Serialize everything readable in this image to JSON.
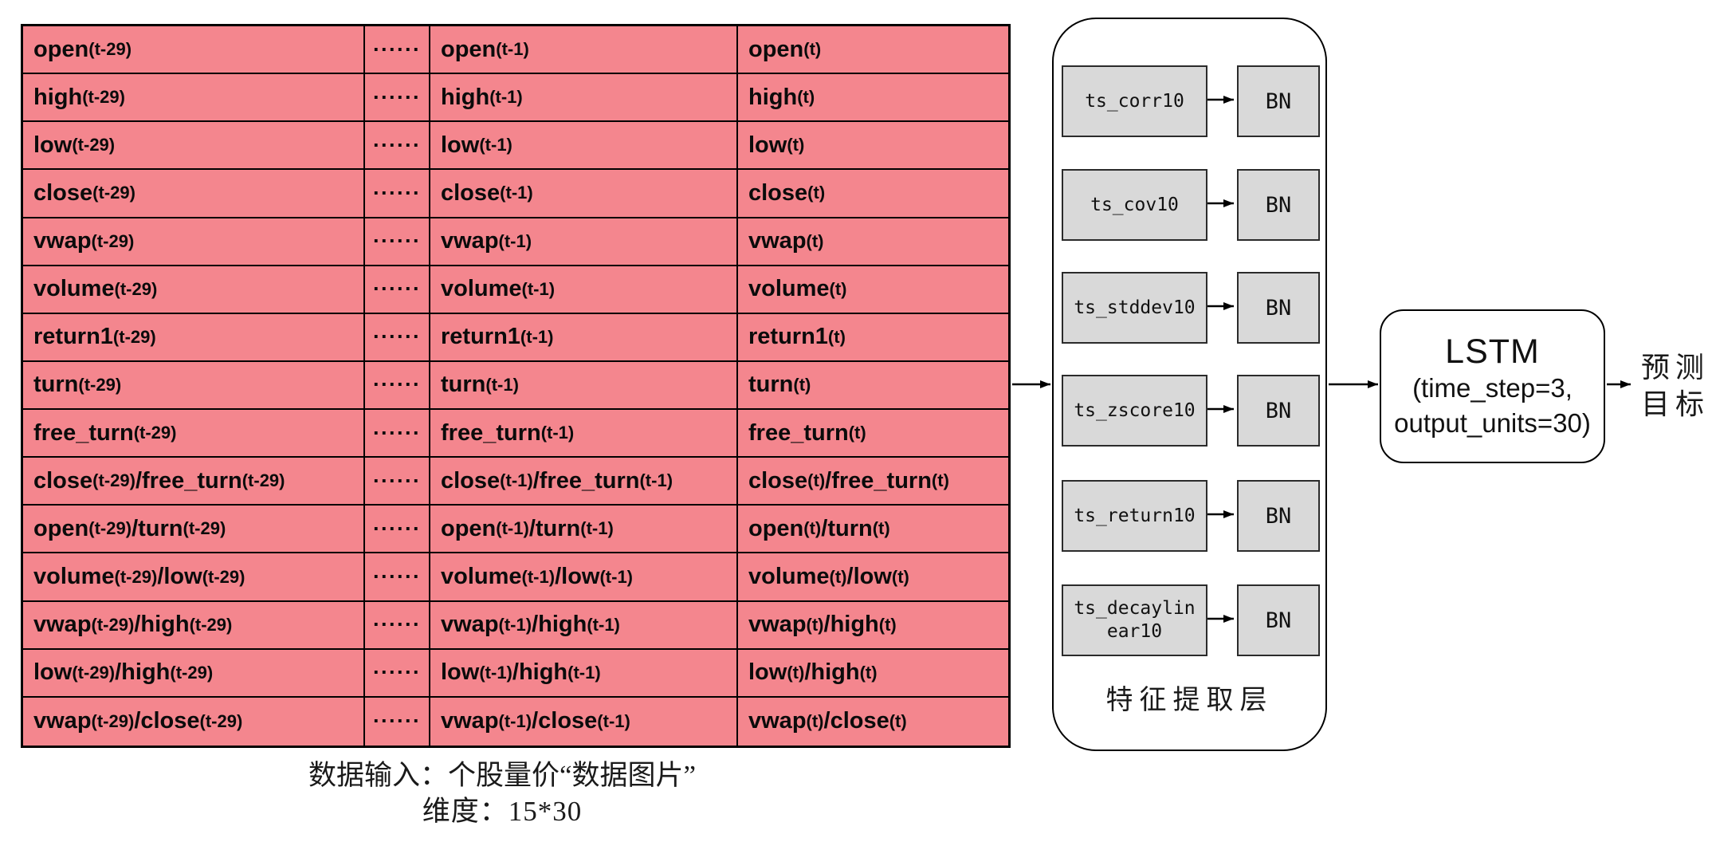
{
  "colors": {
    "table_fill": "#F4868E",
    "box_fill": "#D9D9D9",
    "line": "#000000",
    "background": "#FFFFFF"
  },
  "input_table": {
    "dots": "······",
    "rows": [
      {
        "t29": "open(t-29)",
        "t1": "open(t-1)",
        "t": "open(t)"
      },
      {
        "t29": "high(t-29)",
        "t1": "high(t-1)",
        "t": "high(t)"
      },
      {
        "t29": "low(t-29)",
        "t1": "low(t-1)",
        "t": "low(t)"
      },
      {
        "t29": "close(t-29)",
        "t1": "close(t-1)",
        "t": "close(t)"
      },
      {
        "t29": "vwap(t-29)",
        "t1": "vwap(t-1)",
        "t": "vwap(t)"
      },
      {
        "t29": "volume(t-29)",
        "t1": "volume(t-1)",
        "t": "volume(t)"
      },
      {
        "t29": "return1(t-29)",
        "t1": "return1(t-1)",
        "t": "return1(t)"
      },
      {
        "t29": "turn(t-29)",
        "t1": "turn(t-1)",
        "t": "turn(t)"
      },
      {
        "t29": "free_turn(t-29)",
        "t1": "free_turn(t-1)",
        "t": "free_turn(t)"
      },
      {
        "t29": "close(t-29)/free_turn(t-29)",
        "t1": "close(t-1)/free_turn(t-1)",
        "t": "close(t)/free_turn(t)"
      },
      {
        "t29": "open(t-29)/turn(t-29)",
        "t1": "open(t-1)/turn(t-1)",
        "t": "open(t)/turn(t)"
      },
      {
        "t29": "volume(t-29)/low(t-29)",
        "t1": "volume(t-1)/low(t-1)",
        "t": "volume(t)/low(t)"
      },
      {
        "t29": "vwap(t-29)/high(t-29)",
        "t1": "vwap(t-1)/high(t-1)",
        "t": "vwap(t)/high(t)"
      },
      {
        "t29": "low(t-29)/high(t-29)",
        "t1": "low(t-1)/high(t-1)",
        "t": "low(t)/high(t)"
      },
      {
        "t29": "vwap(t-29)/close(t-29)",
        "t1": "vwap(t-1)/close(t-1)",
        "t": "vwap(t)/close(t)"
      }
    ],
    "caption_line1": "数据输入：个股量价“数据图片”",
    "caption_line2": "维度：15*30"
  },
  "feature_layer": {
    "label": "特征提取层",
    "bn_label": "BN",
    "ops": [
      {
        "name": "ts_corr10"
      },
      {
        "name": "ts_cov10"
      },
      {
        "name": "ts_stddev10"
      },
      {
        "name": "ts_zscore10"
      },
      {
        "name": "ts_return10"
      },
      {
        "name": "ts_decaylin\near10"
      }
    ]
  },
  "lstm": {
    "title": "LSTM",
    "params": "(time_step=3,\noutput_units=30)"
  },
  "output": {
    "line1": "预测",
    "line2": "目标"
  }
}
